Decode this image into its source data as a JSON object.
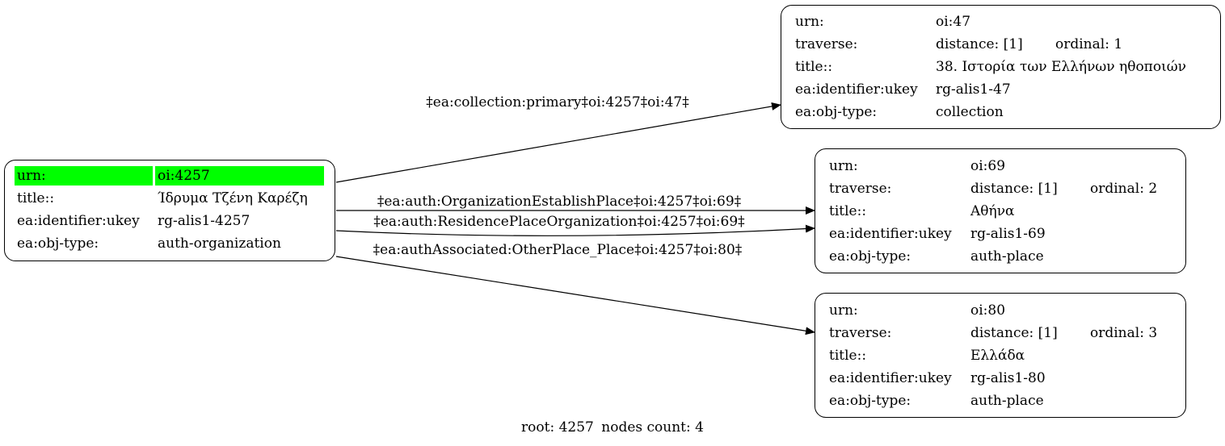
{
  "root_node": {
    "rows": [
      {
        "key": "urn:",
        "value": "oi:4257",
        "highlight": "#00ff00"
      },
      {
        "key": "title::",
        "value": "Ίδρυμα Τζένη Καρέζη"
      },
      {
        "key": "ea:identifier:ukey",
        "value": "rg-alis1-4257"
      },
      {
        "key": "ea:obj-type:",
        "value": "auth-organization"
      }
    ]
  },
  "target_nodes": [
    {
      "urn": {
        "key": "urn:",
        "value": "oi:47"
      },
      "traverse": {
        "key": "traverse:",
        "distance": "distance: [1]",
        "ordinal": "ordinal: 1"
      },
      "title": {
        "key": "title::",
        "value": "38. Ιστορία των Ελλήνων ηθοποιών"
      },
      "ukey": {
        "key": "ea:identifier:ukey",
        "value": "rg-alis1-47"
      },
      "type": {
        "key": "ea:obj-type:",
        "value": "collection"
      }
    },
    {
      "urn": {
        "key": "urn:",
        "value": "oi:69"
      },
      "traverse": {
        "key": "traverse:",
        "distance": "distance: [1]",
        "ordinal": "ordinal: 2"
      },
      "title": {
        "key": "title::",
        "value": "Αθήνα"
      },
      "ukey": {
        "key": "ea:identifier:ukey",
        "value": "rg-alis1-69"
      },
      "type": {
        "key": "ea:obj-type:",
        "value": "auth-place"
      }
    },
    {
      "urn": {
        "key": "urn:",
        "value": "oi:80"
      },
      "traverse": {
        "key": "traverse:",
        "distance": "distance: [1]",
        "ordinal": "ordinal: 3"
      },
      "title": {
        "key": "title::",
        "value": "Ελλάδα"
      },
      "ukey": {
        "key": "ea:identifier:ukey",
        "value": "rg-alis1-80"
      },
      "type": {
        "key": "ea:obj-type:",
        "value": "auth-place"
      }
    }
  ],
  "edges": [
    {
      "label": "‡ea:collection:primary‡oi:4257‡oi:47‡",
      "from": "oi:4257",
      "to": "oi:47"
    },
    {
      "label": "‡ea:auth:OrganizationEstablishPlace‡oi:4257‡oi:69‡",
      "from": "oi:4257",
      "to": "oi:69"
    },
    {
      "label": "‡ea:auth:ResidencePlaceOrganization‡oi:4257‡oi:69‡",
      "from": "oi:4257",
      "to": "oi:69"
    },
    {
      "label": "‡ea:authAssociated:OtherPlace_Place‡oi:4257‡oi:80‡",
      "from": "oi:4257",
      "to": "oi:80"
    }
  ],
  "footer": {
    "root": "root: 4257",
    "count": "nodes count: 4"
  }
}
